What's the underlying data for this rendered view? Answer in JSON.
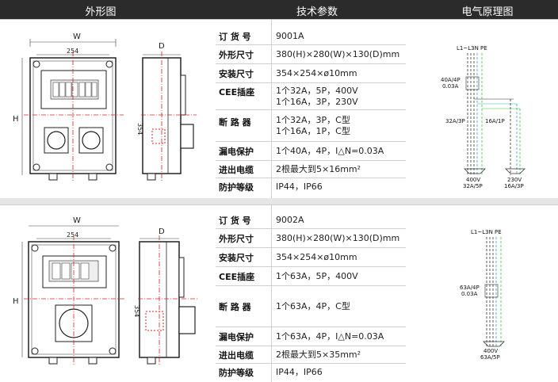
{
  "header": {
    "col1": "外形图",
    "col2": "技术参数",
    "col3": "电气原理图"
  },
  "products": [
    {
      "dims": {
        "w": "W",
        "d": "D",
        "h": "H",
        "w254": "254",
        "h354": "354"
      },
      "specs": [
        {
          "label": "订 货 号",
          "value": [
            "9001A"
          ]
        },
        {
          "label": "外形尺寸",
          "value": [
            "380(H)×280(W)×130(D)mm"
          ]
        },
        {
          "label": "安装尺寸",
          "value": [
            "354×254×ø10mm"
          ]
        },
        {
          "label": "CEE插座",
          "value": [
            "1个32A，5P，400V",
            "1个16A，3P，230V"
          ]
        },
        {
          "label": "断 路 器",
          "value": [
            "1个32A，3P，C型",
            "1个16A，1P，C型"
          ]
        },
        {
          "label": "漏电保护",
          "value": [
            "1个40A，4P，I△N=0.03A"
          ]
        },
        {
          "label": "进出电缆",
          "value": [
            "2根最大到5×16mm²"
          ]
        },
        {
          "label": "防护等级",
          "value": [
            "IP44，IP66"
          ]
        }
      ],
      "circuit": {
        "bus": "L1~L3N PE",
        "rcd": "40A/4P",
        "rcd2": "0.03A",
        "cb1": "32A/3P",
        "cb2": "16A/1P",
        "out1a": "400V",
        "out1b": "32A/5P",
        "out2a": "230V",
        "out2b": "16A/3P"
      }
    },
    {
      "dims": {
        "w": "W",
        "d": "D",
        "h": "H",
        "w254": "254",
        "h354": "354"
      },
      "specs": [
        {
          "label": "订 货 号",
          "value": [
            "9002A"
          ]
        },
        {
          "label": "外形尺寸",
          "value": [
            "380(H)×280(W)×130(D)mm"
          ]
        },
        {
          "label": "安装尺寸",
          "value": [
            "354×254×ø10mm"
          ]
        },
        {
          "label": "CEE插座",
          "value": [
            "1个63A，5P，400V"
          ]
        },
        {
          "label": "断 路 器",
          "value": [
            "1个63A，4P，C型"
          ]
        },
        {
          "label": "漏电保护",
          "value": [
            "1个63A，4P，I△N=0.03A"
          ]
        },
        {
          "label": "进出电缆",
          "value": [
            "2根最大到5×35mm²"
          ]
        },
        {
          "label": "防护等级",
          "value": [
            "IP44，IP66"
          ]
        }
      ],
      "circuit": {
        "bus": "L1~L3N PE",
        "rcd": "63A/4P",
        "rcd2": "0.03A",
        "out1a": "400V",
        "out1b": "63A/5P"
      }
    }
  ]
}
